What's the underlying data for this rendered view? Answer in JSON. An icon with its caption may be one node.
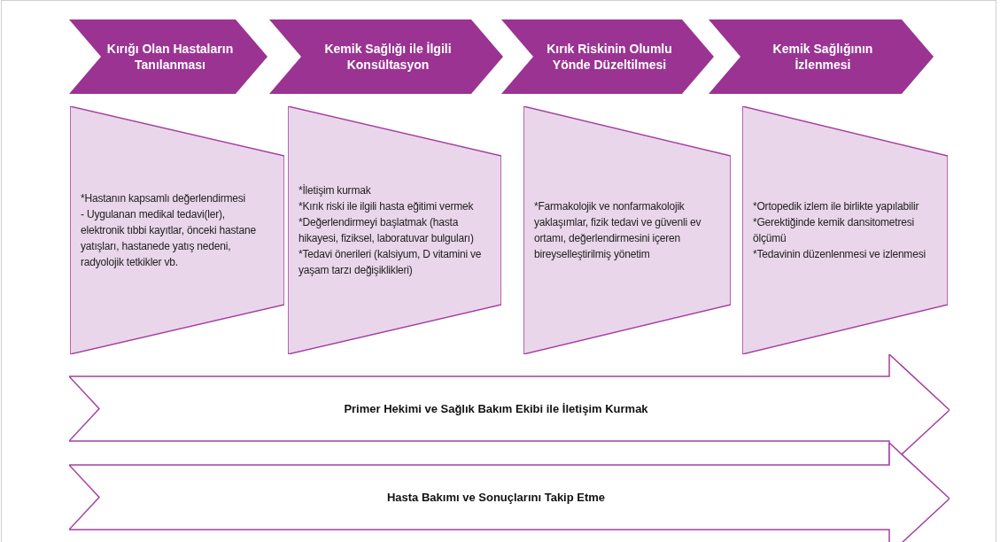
{
  "diagram": {
    "nodes": [
      {
        "text": [
          "Kırığı Olan Hastaların Tanılanması"
        ]
      },
      {
        "text": [
          "Kemik Sağlığı ile İlgili Konsültasyon"
        ]
      },
      {
        "text": [
          "Kırık Riskinin Olumlu Yönde Düzeltilmesi"
        ]
      },
      {
        "text": [
          "Kemik Sağlığının İzlenmesi"
        ]
      },
      {
        "text": [
          "*Hastanın kapsamlı değerlendirmesi",
          "- Uygulanan medikal tedavi(ler), elektronik tıbbi kayıtlar, önceki hastane yatışları, hastanede yatış nedeni, radyolojik tetkikler vb."
        ]
      },
      {
        "text": [
          "*İletişim kurmak",
          "*Kırık riski ile ilgili hasta eğitimi vermek",
          "*Değerlendirmeyi başlatmak (hasta hikayesi, fiziksel, laboratuvar bulguları)",
          "*Tedavi önerileri (kalsiyum, D vitamini ve yaşam tarzı değişiklikleri)"
        ]
      },
      {
        "text": [
          "*Farmakolojik ve nonfarmakolojik yaklaşımlar, fizik tedavi ve güvenli ev ortamı, değerlendirmesini içeren bireyselleştirilmiş yönetim"
        ]
      },
      {
        "text": [
          "*Ortopedik izlem ile birlikte yapılabilir",
          "*Gerektiğinde kemik dansitometresi ölçümü",
          "*Tedavinin düzenlenmesi ve izlenmesi"
        ]
      },
      {
        "text": [
          "Primer Hekimi ve Sağlık Bakım Ekibi ile İletişim Kurmak"
        ]
      },
      {
        "text": [
          "Hasta Bakımı ve Sonuçlarını Takip Etme"
        ]
      }
    ]
  }
}
